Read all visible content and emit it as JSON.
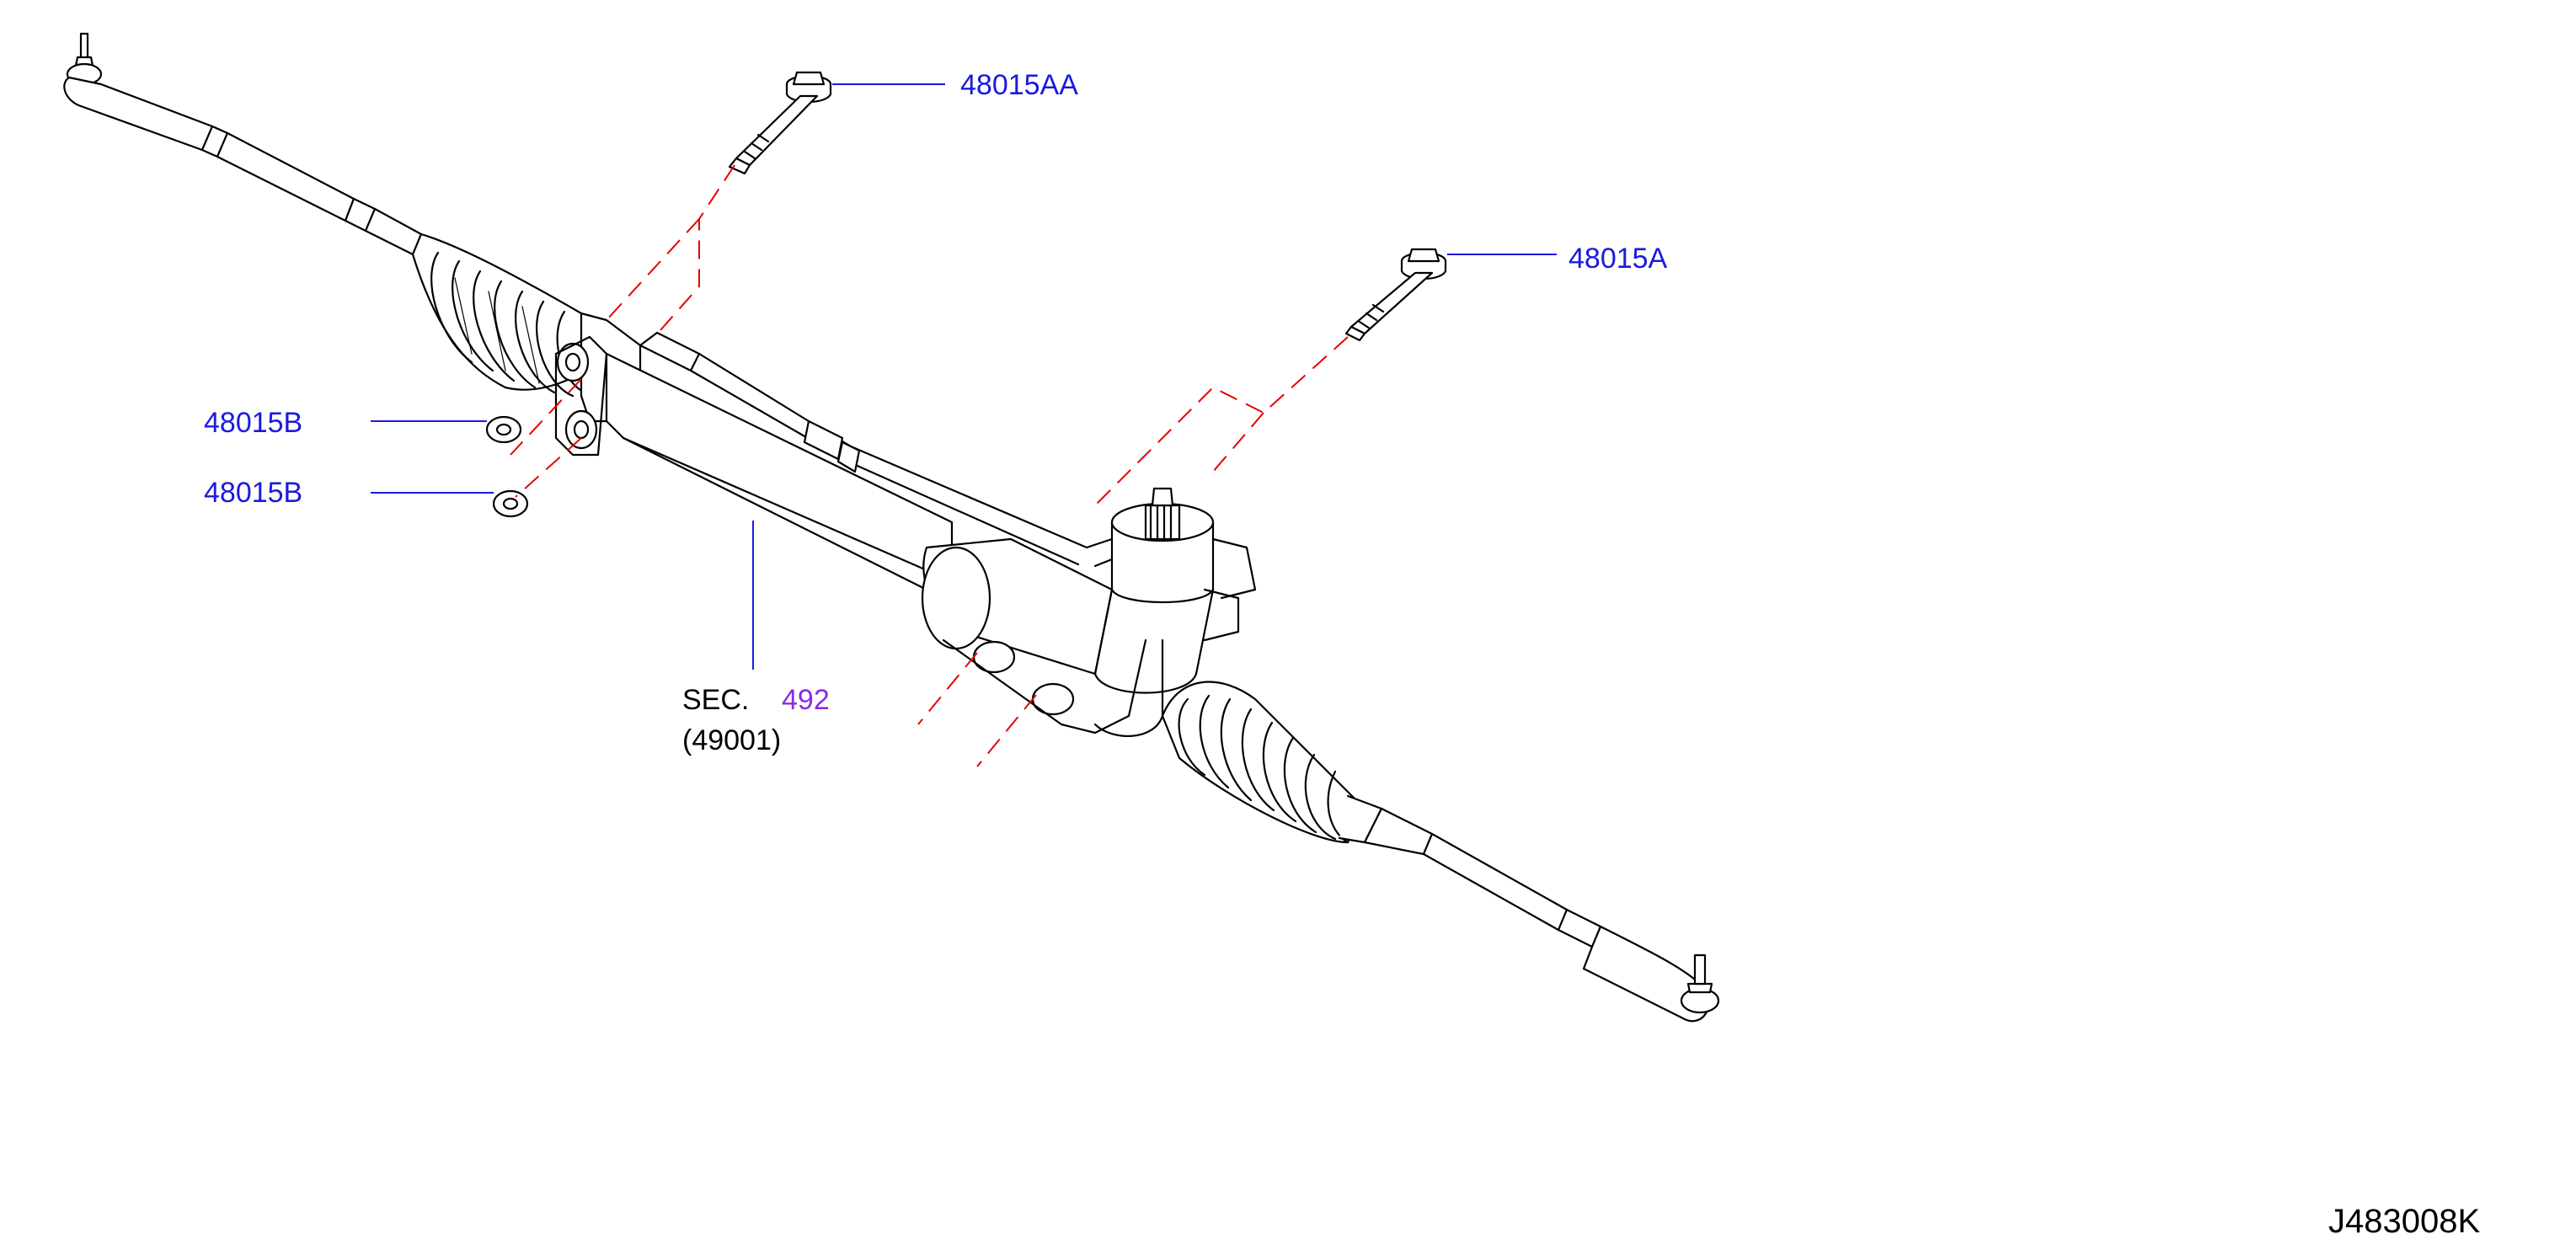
{
  "colors": {
    "part_number": "#1a1adf",
    "section_ref": "#8a2be2",
    "text": "#000000",
    "line": "#000000",
    "callout_line": "#1a1adf",
    "phantom_line": "#e60000"
  },
  "callouts": {
    "bolt_aa": "48015AA",
    "bolt_a": "48015A",
    "washer_1": "48015B",
    "washer_2": "48015B"
  },
  "section": {
    "prefix": "SEC.",
    "number": "492",
    "subref": "(49001)"
  },
  "diagram_code": "J483008K"
}
